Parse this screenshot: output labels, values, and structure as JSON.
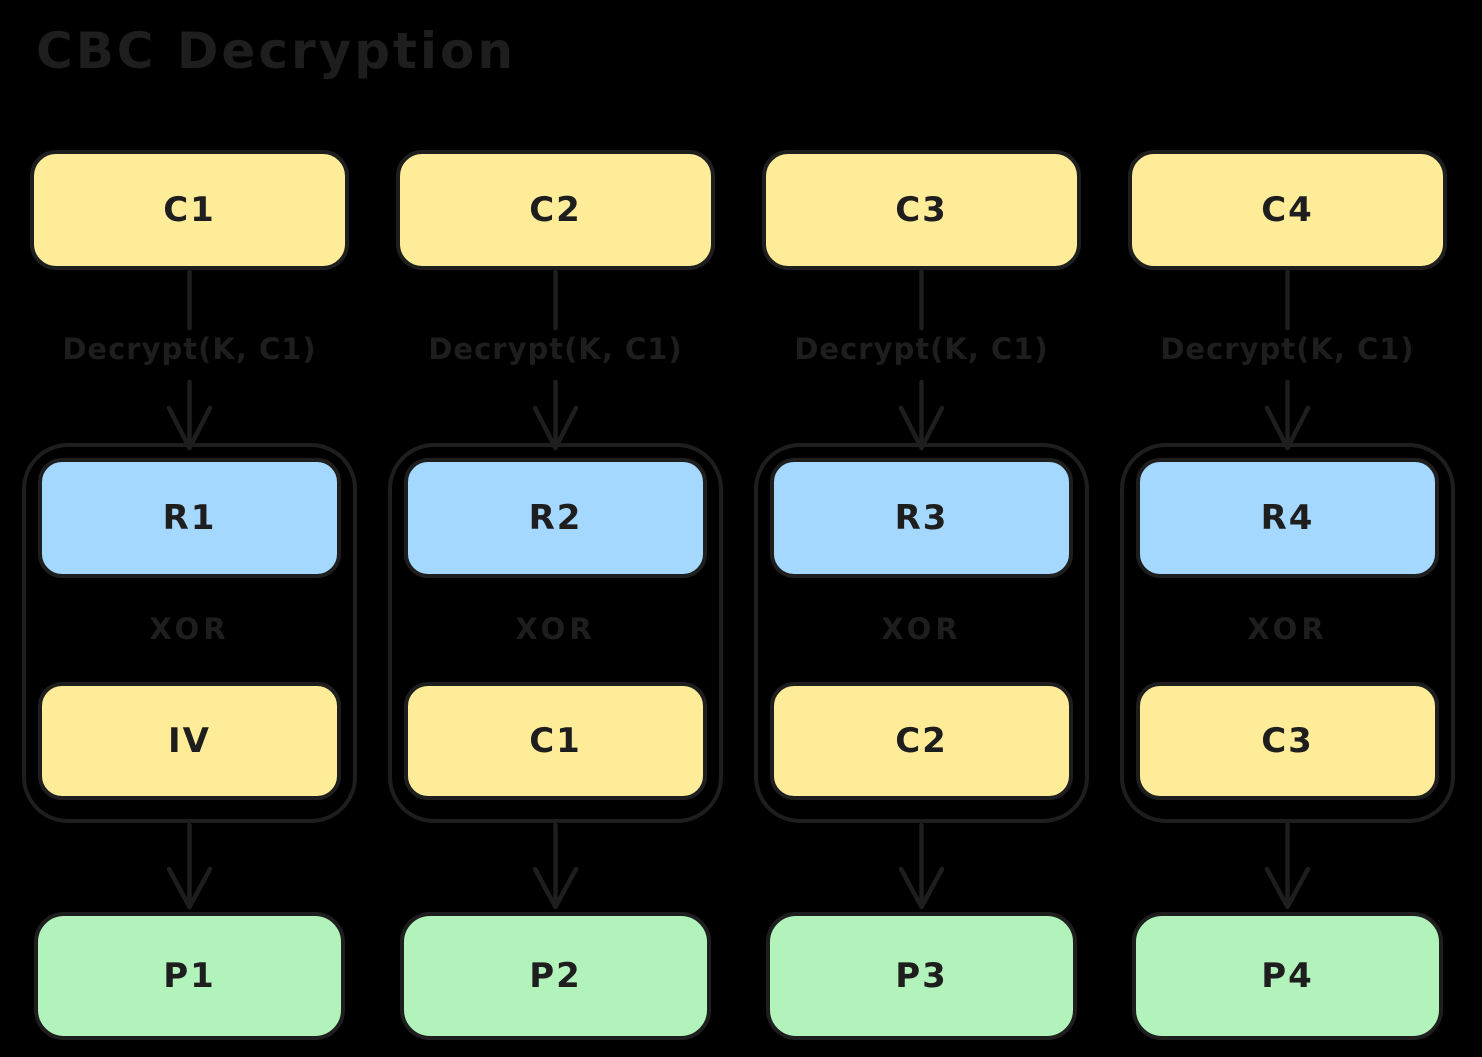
{
  "title": "CBC Decryption",
  "colors": {
    "background": "#000000",
    "stroke": "#1e1e1e",
    "yellow": "#ffec99",
    "blue": "#a5d8ff",
    "green": "#b2f2bb"
  },
  "columns": [
    {
      "cipher": "C1",
      "decrypt_label": "Decrypt(K, C1)",
      "result": "R1",
      "xor": "XOR",
      "operand": "IV",
      "plain": "P1"
    },
    {
      "cipher": "C2",
      "decrypt_label": "Decrypt(K, C1)",
      "result": "R2",
      "xor": "XOR",
      "operand": "C1",
      "plain": "P2"
    },
    {
      "cipher": "C3",
      "decrypt_label": "Decrypt(K, C1)",
      "result": "R3",
      "xor": "XOR",
      "operand": "C2",
      "plain": "P3"
    },
    {
      "cipher": "C4",
      "decrypt_label": "Decrypt(K, C1)",
      "result": "R4",
      "xor": "XOR",
      "operand": "C3",
      "plain": "P4"
    }
  ]
}
